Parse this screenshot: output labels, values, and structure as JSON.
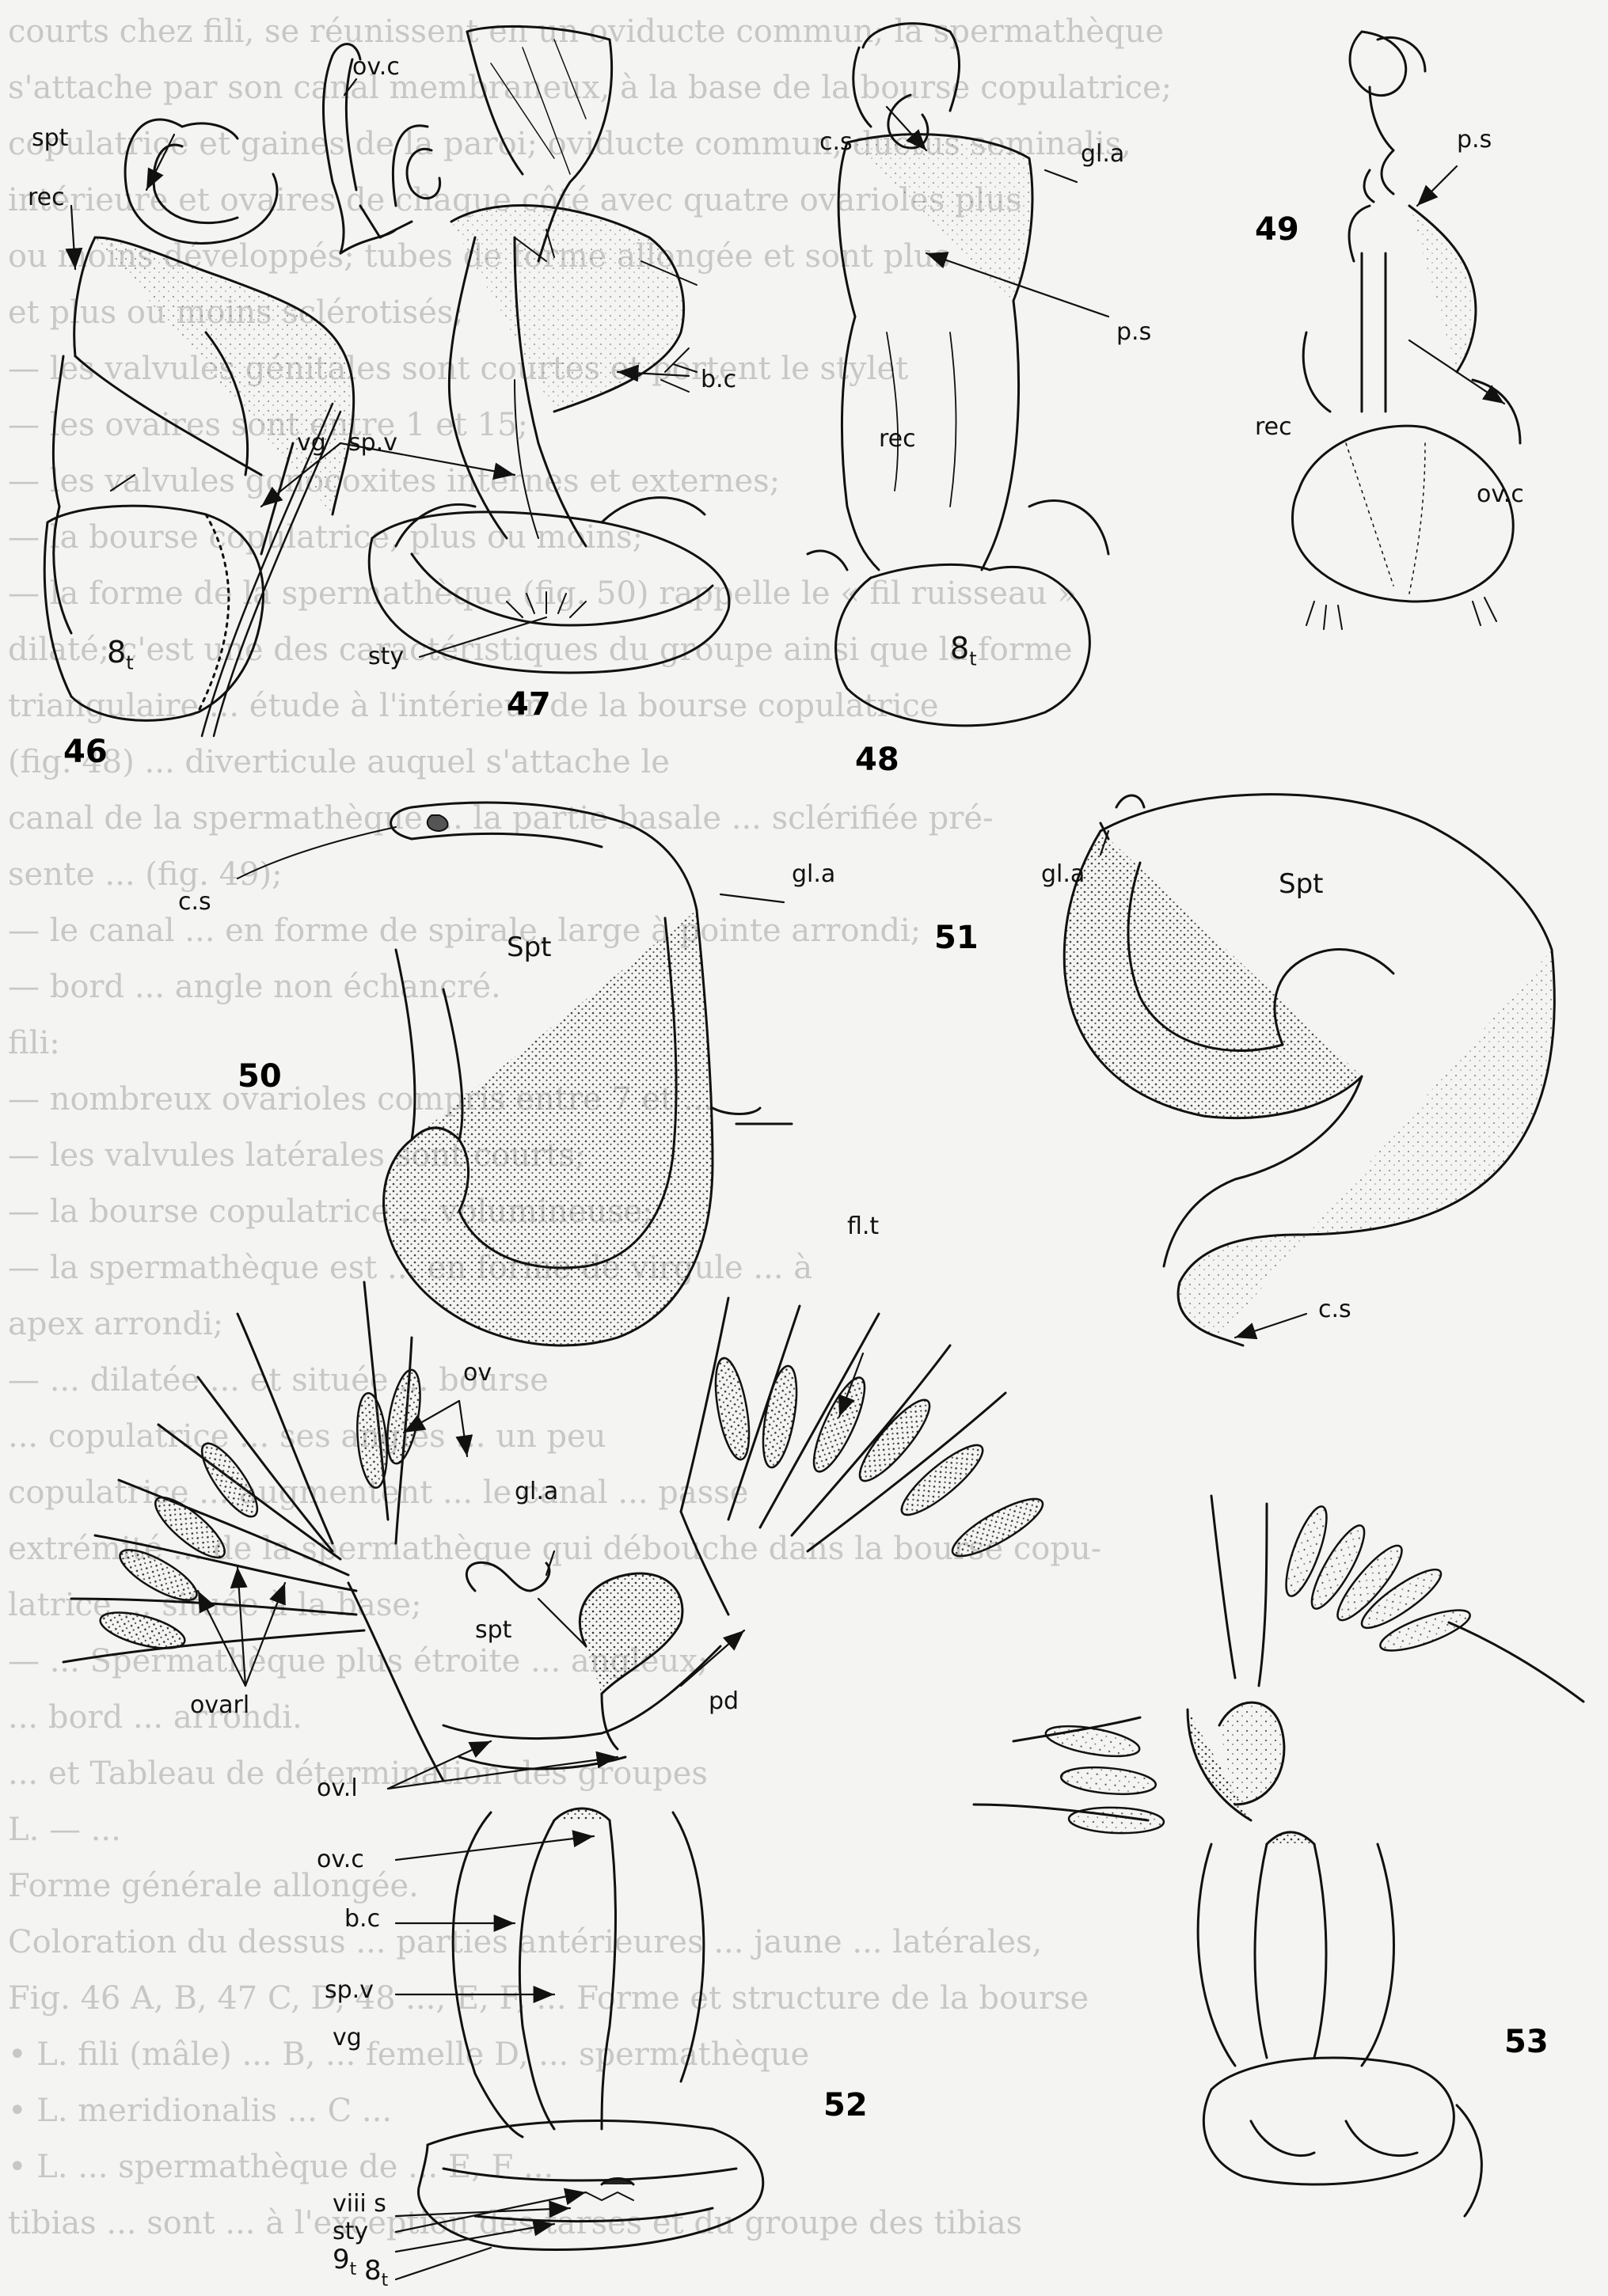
{
  "background_text": [
    "courts chez fili, se réunissent en un oviducte commun; la spermathèque",
    "s'attache par son canal membraneux, à la base de la bourse copulatrice;",
    "copulatrice et gaines de la paroi; oviducte commun, ductus seminalis,",
    "intérieure et ovaires de chaque côté avec quatre ovarioles plus",
    "ou moins développés; tubes de forme allongée et sont plus",
    "et plus ou moins sclérotisés;",
    "— les valvules génitales sont courtes et portent le stylet",
    "— les ovaires sont entre 1 et 15;",
    "— les valvules gonocoxites internes et externes;",
    "— la bourse copulatrice, plus ou moins;",
    "— la forme de la spermathèque (fig. 50) rappelle le « fil ruisseau »",
    "dilaté; c'est une des caractéristiques du groupe ainsi que la forme",
    "triangulaire ... étude à l'intérieur de la bourse copulatrice",
    "(fig. 48) ... diverticule auquel s'attache le",
    "canal de la spermathèque ... la partie basale ... sclérifiée pré-",
    "sente ... (fig. 49);",
    "— le canal ... en forme de spirale, large à pointe arrondi;",
    "— bord ... angle non échancré.",
    "fili:",
    "— nombreux ovarioles compris entre 7 et ...",
    "— les valvules latérales sont courts;",
    "— la bourse copulatrice ... volumineuse;",
    "— la spermathèque est ... en forme de virgule ... à",
    "apex arrondi;",
    "— ... dilatée ... et située ... bourse",
    "... copulatrice ... ses angles ... un peu",
    "copulatrice ... augmentent ... le canal ... passe",
    "extrémité ... de la spermathèque qui débouche dans la bourse copu-",
    "latrice ... située à la base;",
    "— ... Spermathèque plus étroite ... angleux;",
    "... bord ... arrondi.",
    "... et Tableau de détermination des groupes",
    "L. — ...",
    "Forme générale allongée.",
    "Coloration du dessus ... parties antérieures ... jaune ... latérales,",
    "Fig. 46 A, B, 47 C, D, 48 ..., E, F, ... Forme et structure de la bourse",
    "• L. fili (mâle) ... B, ... femelle D, ... spermathèque",
    "• L. meridionalis ... C ...",
    "• L. ... spermathèque de ... E, F ...",
    "tibias ... sont ... à l'exception des tarses et du groupe des tibias"
  ],
  "labels": [
    {
      "key": "spt_46",
      "text": "spt"
    },
    {
      "key": "ovc_47",
      "text": "ov.c"
    },
    {
      "key": "cs_48",
      "text": "c.s"
    },
    {
      "key": "gla_49",
      "text": "gl.a"
    },
    {
      "key": "num_49",
      "text": "49"
    },
    {
      "key": "ps_49",
      "text": "p.s"
    },
    {
      "key": "rec_46",
      "text": "rec"
    },
    {
      "key": "ps_48",
      "text": "p.s"
    },
    {
      "key": "bc_47",
      "text": "b.c"
    },
    {
      "key": "rec_48",
      "text": "rec"
    },
    {
      "key": "rec_49",
      "text": "rec"
    },
    {
      "key": "ovc_49",
      "text": "ov.c"
    },
    {
      "key": "vg_46",
      "text": "vg"
    },
    {
      "key": "spv_46",
      "text": "sp.v"
    },
    {
      "key": "sty_47",
      "text": "sty"
    },
    {
      "key": "8t_46",
      "text": "8"
    },
    {
      "key": "8t_48",
      "text": "8"
    },
    {
      "key": "num_46",
      "text": "46"
    },
    {
      "key": "num_47",
      "text": "47"
    },
    {
      "key": "num_48",
      "text": "48"
    },
    {
      "key": "cs_50",
      "text": "c.s"
    },
    {
      "key": "gla_51a",
      "text": "gl.a"
    },
    {
      "key": "spt_51",
      "text": "Spt"
    },
    {
      "key": "spt_51b",
      "text": "Spt"
    },
    {
      "key": "num_51",
      "text": "51"
    },
    {
      "key": "gla_51",
      "text": "gl.a"
    },
    {
      "key": "num_50",
      "text": "50"
    },
    {
      "key": "cs_51",
      "text": "c.s"
    },
    {
      "key": "flt_52",
      "text": "fl.t"
    },
    {
      "key": "ov_52",
      "text": "ov"
    },
    {
      "key": "gla_52",
      "text": "gl.a"
    },
    {
      "key": "spt_52",
      "text": "spt"
    },
    {
      "key": "ovarl_52",
      "text": "ovarl"
    },
    {
      "key": "pd_52",
      "text": "pd"
    },
    {
      "key": "ovl_52",
      "text": "ov.l"
    },
    {
      "key": "ovc_52",
      "text": "ov.c"
    },
    {
      "key": "bc_52",
      "text": "b.c"
    },
    {
      "key": "spv_52",
      "text": "sp.v"
    },
    {
      "key": "vg_52",
      "text": "vg"
    },
    {
      "key": "num_52",
      "text": "52"
    },
    {
      "key": "num_53",
      "text": "53"
    },
    {
      "key": "viiis_52",
      "text": "viii s"
    },
    {
      "key": "sty_52",
      "text": "sty"
    },
    {
      "key": "9t_52",
      "text": "9"
    },
    {
      "key": "8t_52",
      "text": "8"
    }
  ],
  "subscript": "t"
}
